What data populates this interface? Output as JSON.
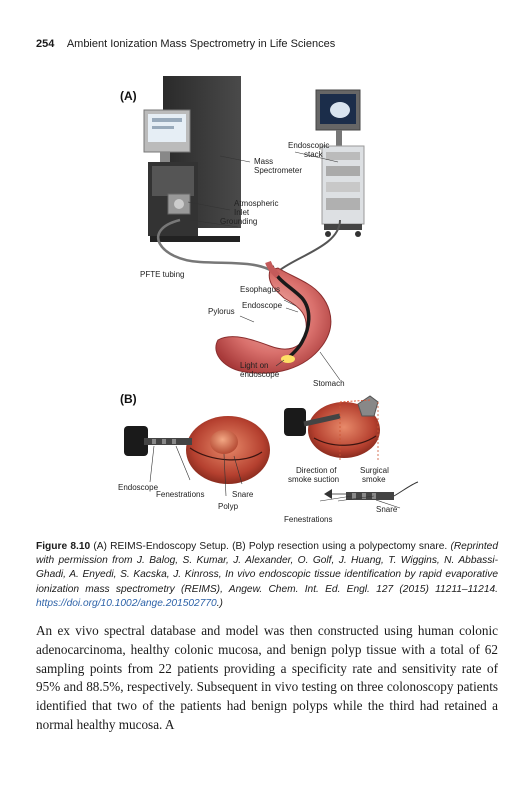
{
  "header": {
    "page_number": "254",
    "running_title": "Ambient Ionization Mass Spectrometry in Life Sciences"
  },
  "figure": {
    "panel_a": {
      "label": "(A)",
      "callouts": {
        "endoscopic_stack_1": "Endoscopic",
        "endoscopic_stack_2": "stack",
        "mass_spec_1": "Mass",
        "mass_spec_2": "Spectrometer",
        "atm_inlet_1": "Atmospheric",
        "atm_inlet_2": "Inlet",
        "grounding": "Grounding",
        "pfte_tubing": "PFTE tubing",
        "esophagus": "Esophagus",
        "pylorus": "Pylorus",
        "endoscope": "Endoscope",
        "light_1": "Light on",
        "light_2": "endoscope",
        "stomach": "Stomach"
      }
    },
    "panel_b": {
      "label": "(B)",
      "callouts": {
        "endoscope": "Endoscope",
        "fenestrations_left": "Fenestrations",
        "snare_left": "Snare",
        "polyp": "Polyp",
        "direction_1": "Direction of",
        "direction_2": "smoke suction",
        "surgical_1": "Surgical",
        "surgical_2": "smoke",
        "snare_right": "Snare",
        "fenestrations_right": "Fenestrations"
      }
    }
  },
  "caption": {
    "label": "Figure 8.10",
    "text": " (A) REIMS-Endoscopy Setup. (B) Polyp resection using a polypectomy snare. ",
    "credit": "(Reprinted with permission from J. Balog, S. Kumar, J. Alexander, O. Golf, J. Huang, T. Wiggins, N. Abbassi-Ghadi, A. Enyedi, S. Kacska, J. Kinross, In vivo endoscopic tissue identification by rapid evaporative ionization mass spectrometry (REIMS), Angew. Chem. Int. Ed. Engl. 127 (2015) 11211–11214. ",
    "doi": "https://doi.org/10.1002/ange.201502770",
    "close": ".)"
  },
  "body": {
    "paragraph": "An ex vivo spectral database and model was then constructed using human colonic adenocarcinoma, healthy colonic mucosa, and benign polyp tissue with a total of 62 sampling points from 22 patients providing a specificity rate and sensitivity rate of 95% and 88.5%, respectively. Subsequent in vivo testing on three colonoscopy patients identified that two of the patients had benign polyps while the third had retained a normal healthy mucosa. A"
  }
}
